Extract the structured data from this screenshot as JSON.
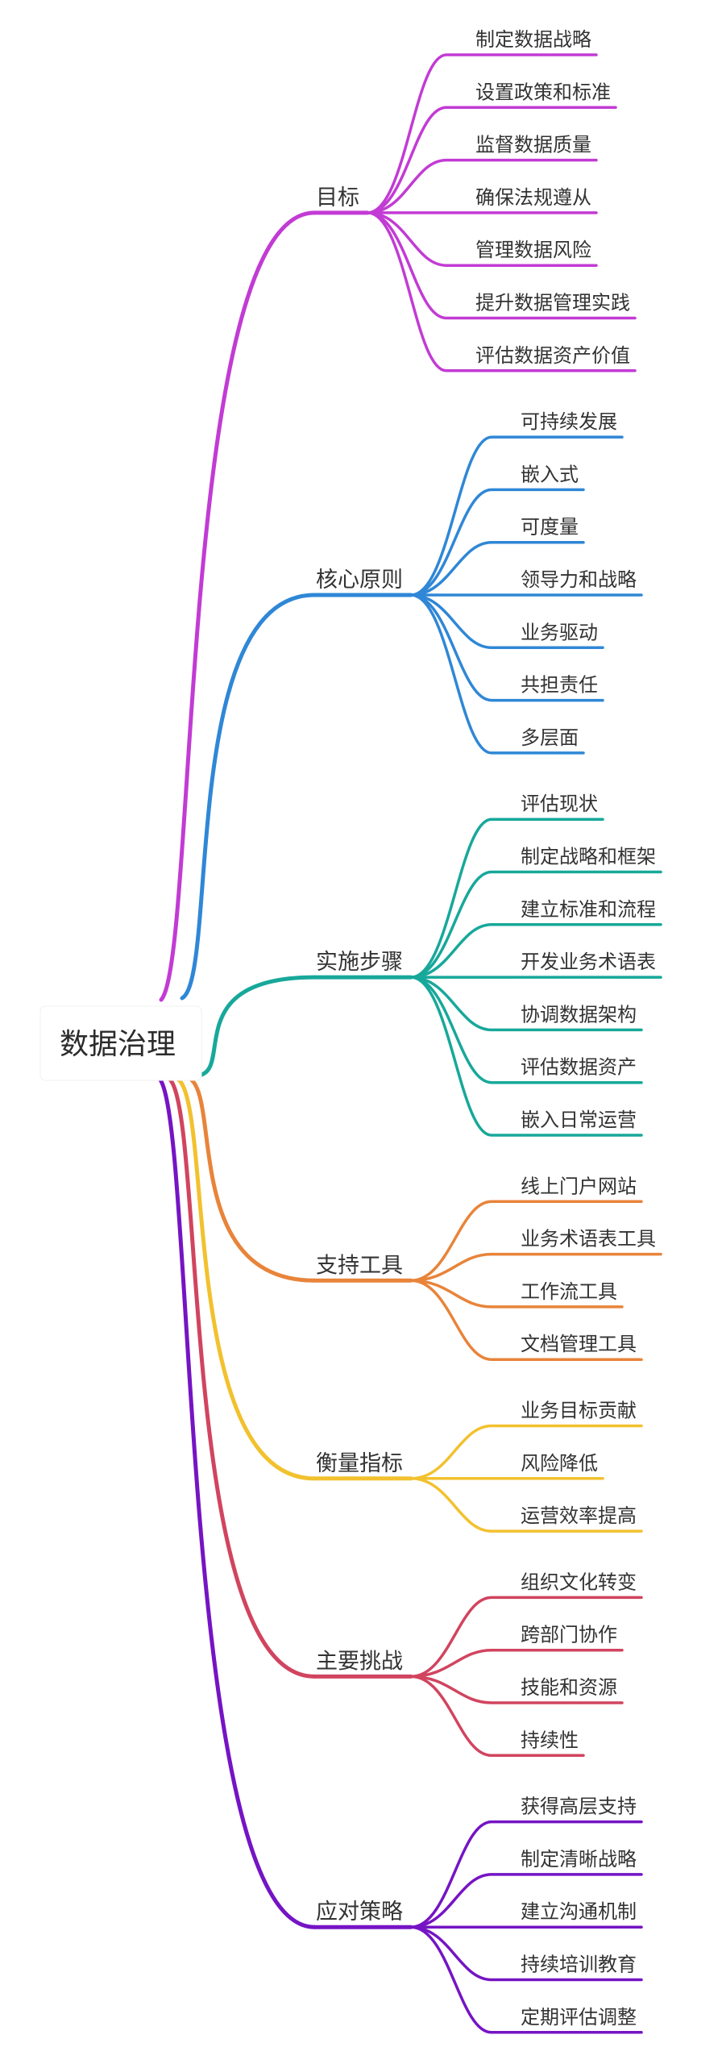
{
  "root": {
    "label": "数据治理"
  },
  "branches": [
    {
      "label": "目标",
      "color": "#c23bd4",
      "children": [
        "制定数据战略",
        "设置政策和标准",
        "监督数据质量",
        "确保法规遵从",
        "管理数据风险",
        "提升数据管理实践",
        "评估数据资产价值"
      ]
    },
    {
      "label": "核心原则",
      "color": "#2f87d6",
      "children": [
        "可持续发展",
        "嵌入式",
        "可度量",
        "领导力和战略",
        "业务驱动",
        "共担责任",
        "多层面"
      ]
    },
    {
      "label": "实施步骤",
      "color": "#17a89a",
      "children": [
        "评估现状",
        "制定战略和框架",
        "建立标准和流程",
        "开发业务术语表",
        "协调数据架构",
        "评估数据资产",
        "嵌入日常运营"
      ]
    },
    {
      "label": "支持工具",
      "color": "#e8843a",
      "children": [
        "线上门户网站",
        "业务术语表工具",
        "工作流工具",
        "文档管理工具"
      ]
    },
    {
      "label": "衡量指标",
      "color": "#f2c12e",
      "children": [
        "业务目标贡献",
        "风险降低",
        "运营效率提高"
      ]
    },
    {
      "label": "主要挑战",
      "color": "#d1445f",
      "children": [
        "组织文化转变",
        "跨部门协作",
        "技能和资源",
        "持续性"
      ]
    },
    {
      "label": "应对策略",
      "color": "#7514c4",
      "children": [
        "获得高层支持",
        "制定清晰战略",
        "建立沟通机制",
        "持续培训教育",
        "定期评估调整"
      ]
    }
  ]
}
